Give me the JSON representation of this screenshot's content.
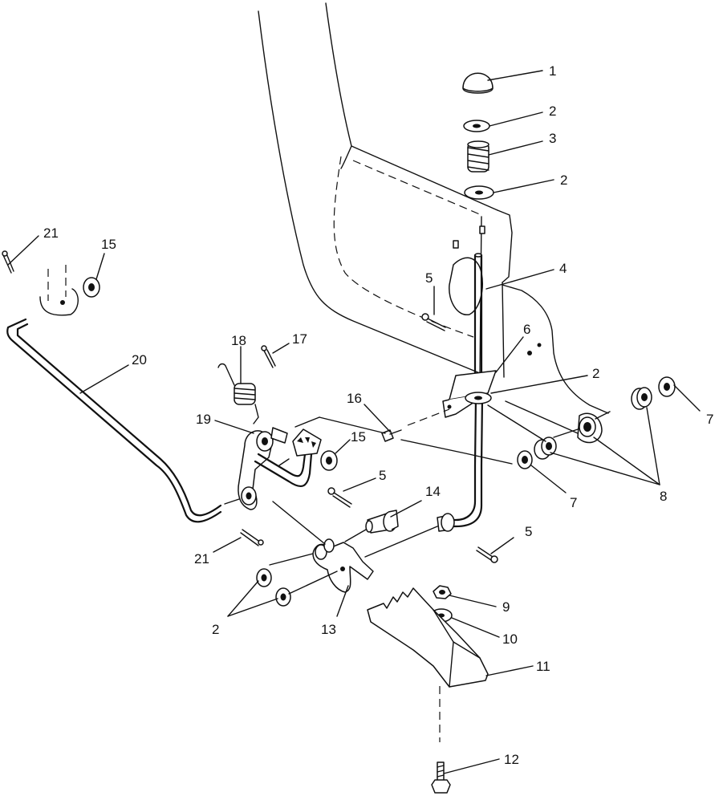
{
  "callouts": {
    "c1": "1",
    "c2a": "2",
    "c3": "3",
    "c2b": "2",
    "c4": "4",
    "c5a": "5",
    "c6": "6",
    "c2c": "2",
    "c7a": "7",
    "c7b": "7",
    "c8": "8",
    "c16": "16",
    "c15a": "15",
    "c15b": "15",
    "c18": "18",
    "c17": "17",
    "c19": "19",
    "c20": "20",
    "c21a": "21",
    "c21b": "21",
    "c5b": "5",
    "c14": "14",
    "c5c": "5",
    "c2d": "2",
    "c13": "13",
    "c9": "9",
    "c10": "10",
    "c11": "11",
    "c12": "12"
  }
}
